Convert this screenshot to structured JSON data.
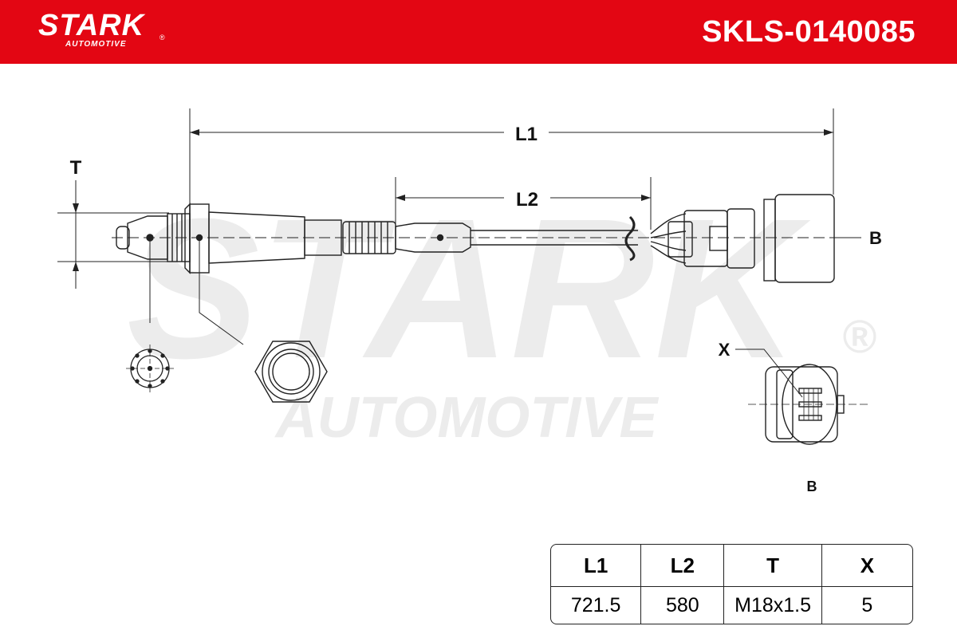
{
  "header": {
    "logo_text": "STARK",
    "logo_subtext": "AUTOMOTIVE",
    "logo_registered": "®",
    "part_number": "SKLS-0140085",
    "background_color": "#e30613"
  },
  "watermark": {
    "main": "STARK",
    "sub": "AUTOMOTIVE",
    "registered": "®"
  },
  "diagram": {
    "labels": {
      "l1": "L1",
      "l2": "L2",
      "t": "T",
      "b_main": "B",
      "x": "X",
      "b_detail": "B"
    }
  },
  "spec_table": {
    "headers": [
      "L1",
      "L2",
      "T",
      "X"
    ],
    "values": [
      "721.5",
      "580",
      "M18x1.5",
      "5"
    ]
  }
}
